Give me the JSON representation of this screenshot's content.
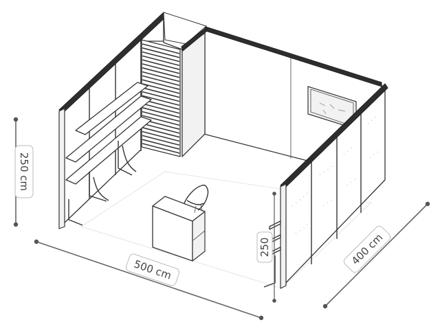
{
  "dimensions": {
    "height_label": "250 cm",
    "width_label": "500 cm",
    "depth_label": "400 cm",
    "inner_height_label": "250"
  },
  "colors": {
    "line": "#333333",
    "dimension": "#666666",
    "label_border": "#bbbbbb",
    "wall_top": "#2e2e2e"
  }
}
